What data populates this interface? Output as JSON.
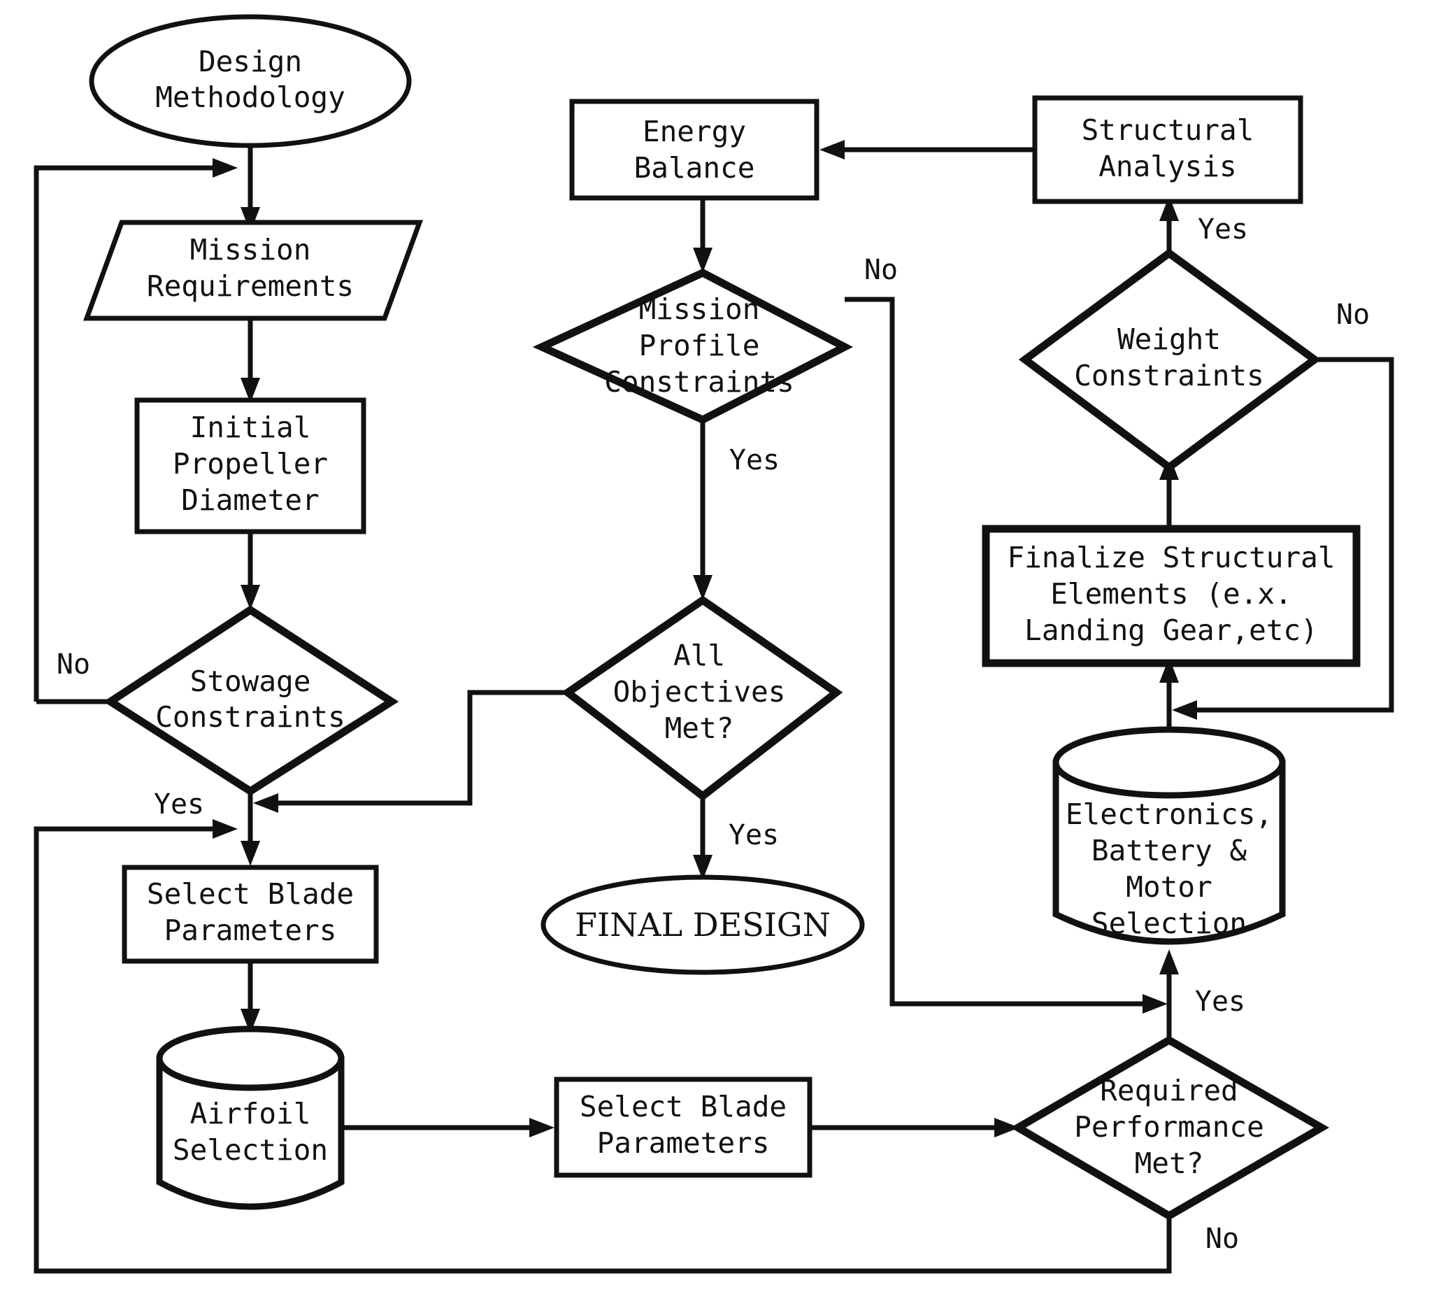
{
  "diagram": {
    "type": "flowchart",
    "title": "Design Methodology",
    "nodes": {
      "design_methodology": {
        "label": "Design\nMethodology",
        "shape": "ellipse"
      },
      "mission_requirements": {
        "label": "Mission\nRequirements",
        "shape": "parallelogram"
      },
      "initial_propeller_diameter": {
        "label": "Initial\nPropeller\nDiameter",
        "shape": "rectangle"
      },
      "stowage_constraints": {
        "label": "Stowage\nConstraints",
        "shape": "diamond"
      },
      "select_blade_parameters_left": {
        "label": "Select Blade\nParameters",
        "shape": "rectangle"
      },
      "airfoil_selection": {
        "label": "Airfoil\nSelection",
        "shape": "cylinder"
      },
      "select_blade_parameters_bottom": {
        "label": "Select Blade\nParameters",
        "shape": "rectangle"
      },
      "required_performance_met": {
        "label": "Required\nPerformance\nMet?",
        "shape": "diamond"
      },
      "electronics_battery_motor_selection": {
        "label": "Electronics,\nBattery &\nMotor\nSelection",
        "shape": "cylinder"
      },
      "finalize_structural_elements": {
        "label": "Finalize Structural\nElements (e.x.\nLanding Gear,etc)",
        "shape": "rectangle"
      },
      "weight_constraints": {
        "label": "Weight\nConstraints",
        "shape": "diamond"
      },
      "structural_analysis": {
        "label": "Structural\nAnalysis",
        "shape": "rectangle"
      },
      "energy_balance": {
        "label": "Energy\nBalance",
        "shape": "rectangle"
      },
      "mission_profile_constraints": {
        "label": "Mission\nProfile\nConstraints",
        "shape": "diamond"
      },
      "all_objectives_met": {
        "label": "All\nObjectives\nMet?",
        "shape": "diamond"
      },
      "final_design": {
        "label": "FINAL DESIGN",
        "shape": "ellipse"
      }
    },
    "edge_labels": {
      "stowage_no": "No",
      "stowage_yes": "Yes",
      "performance_yes": "Yes",
      "performance_no": "No",
      "weight_yes": "Yes",
      "weight_no": "No",
      "mission_profile_no": "No",
      "mission_profile_yes": "Yes",
      "objectives_yes": "Yes"
    },
    "colors": {
      "stroke": "#111111",
      "fill": "#ffffff",
      "background": "#ffffff"
    }
  }
}
